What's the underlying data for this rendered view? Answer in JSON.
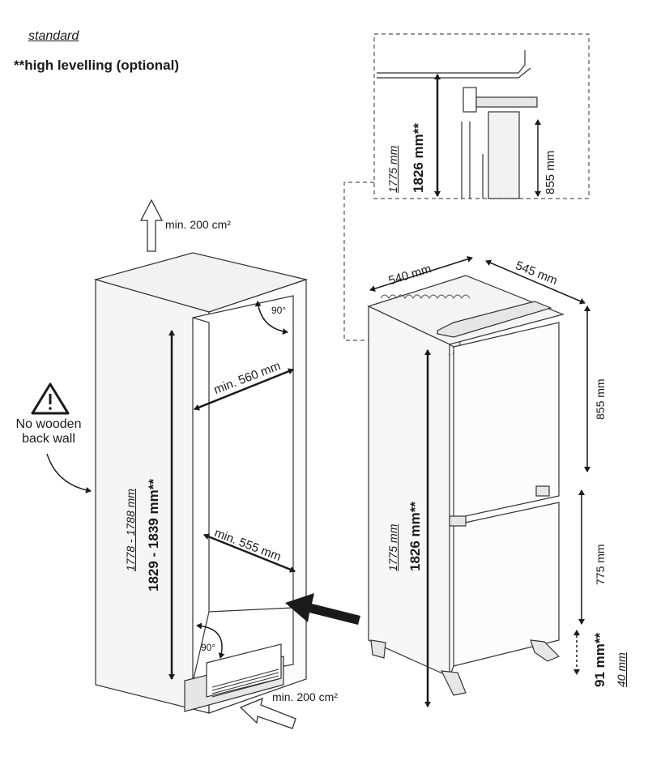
{
  "legend": {
    "standard": "standard",
    "high_levelling": "**high levelling (optional)"
  },
  "warning": {
    "icon": "warning-triangle-icon",
    "text": "No wooden back wall"
  },
  "niche": {
    "vent_top": "min. 200 cm²",
    "vent_bottom": "min. 200 cm²",
    "width_top": "min. 560 mm",
    "width_bottom": "min. 555 mm",
    "angle_top": "90°",
    "angle_bottom": "90°",
    "height_standard": "1778 - 1788 mm",
    "height_high": "1829 - 1839 mm**"
  },
  "detail": {
    "height_standard": "1775 mm",
    "height_high": "1826 mm**",
    "height_right": "855 mm"
  },
  "appliance": {
    "width": "540 mm",
    "depth": "545 mm",
    "upper_door": "855 mm",
    "lower_door": "775 mm",
    "height_standard": "1775 mm",
    "height_high": "1826 mm**",
    "base_high": "91 mm**",
    "base_standard": "40 mm"
  }
}
